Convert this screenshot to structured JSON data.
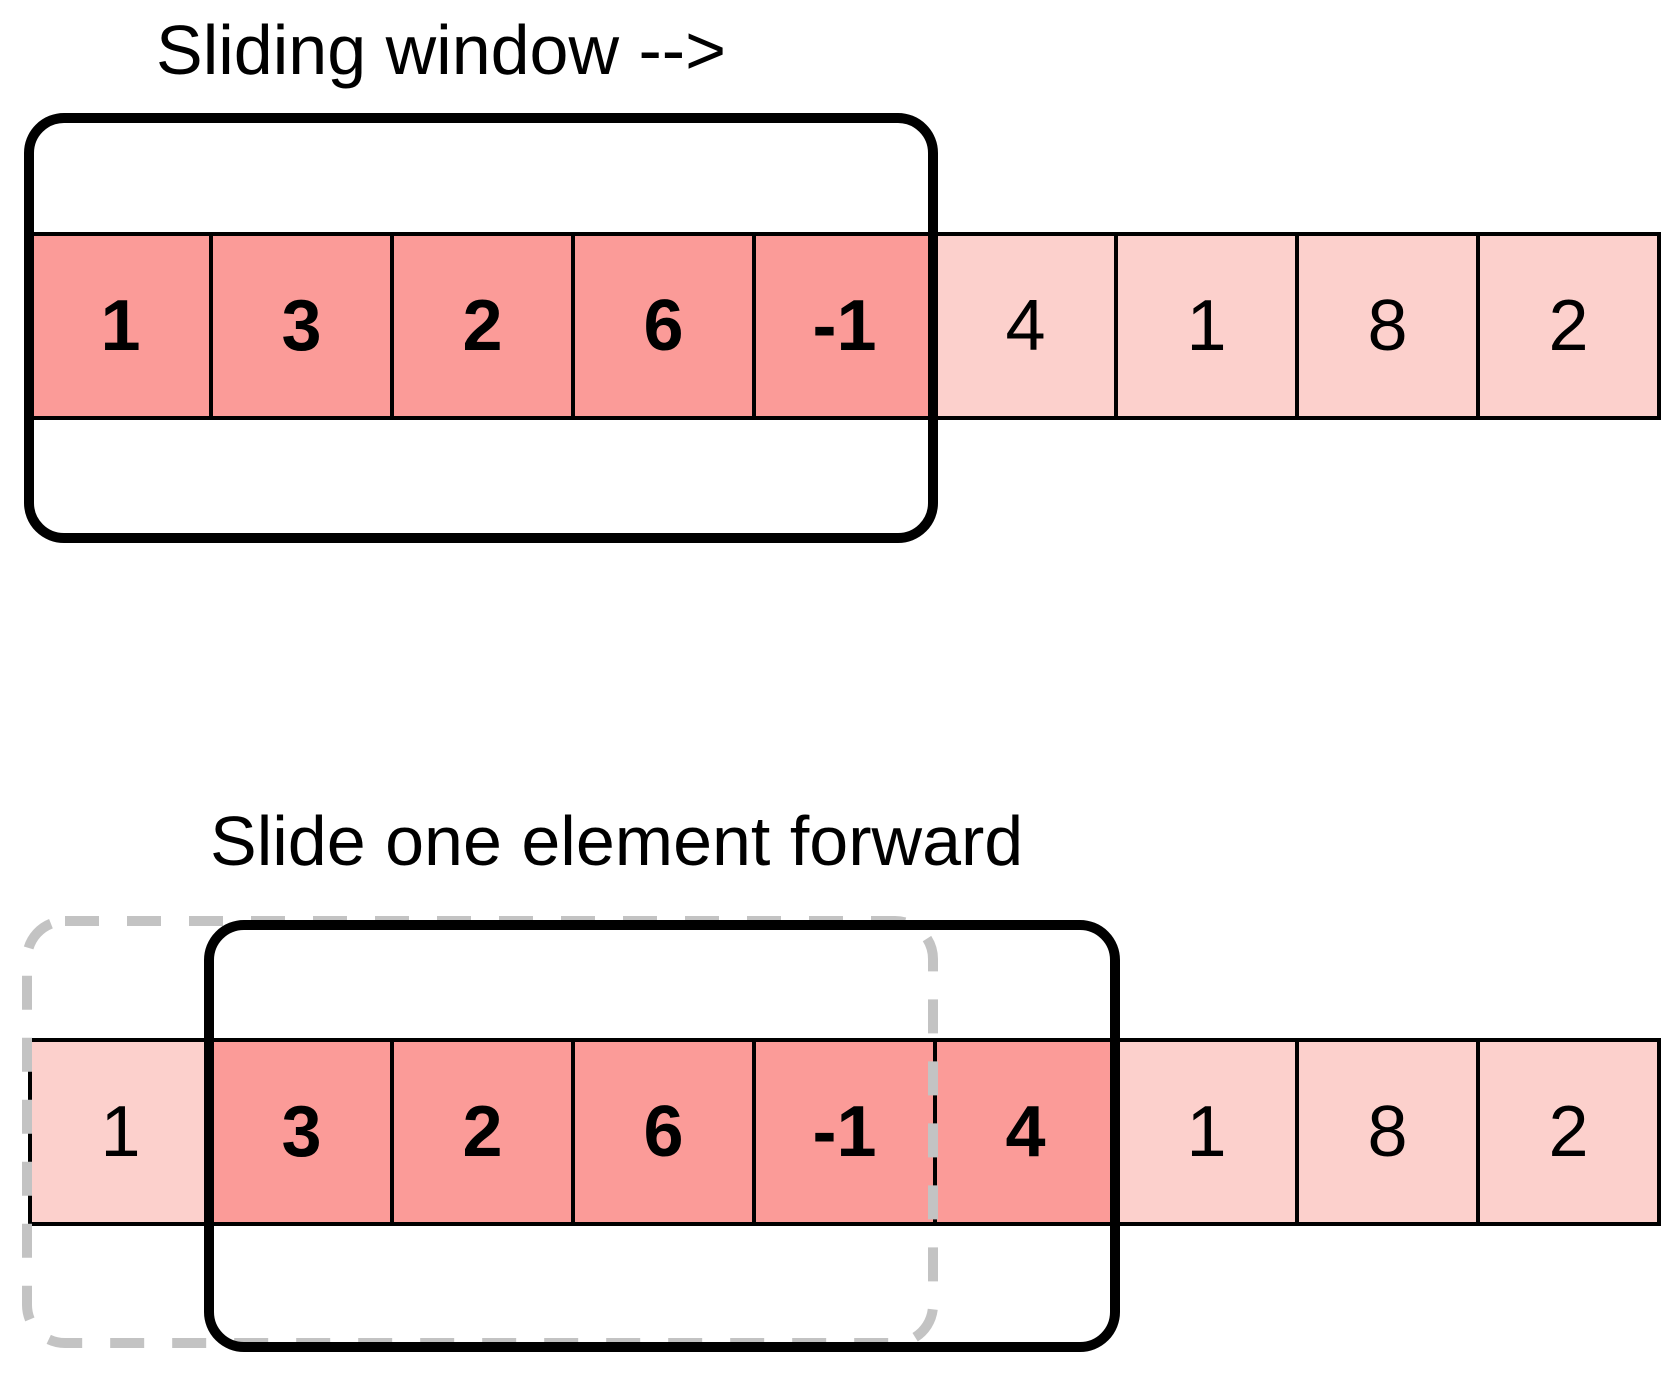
{
  "diagram": {
    "step1": {
      "caption": "Sliding window -->",
      "cells": [
        {
          "value": "1",
          "in_window": true
        },
        {
          "value": "3",
          "in_window": true
        },
        {
          "value": "2",
          "in_window": true
        },
        {
          "value": "6",
          "in_window": true
        },
        {
          "value": "-1",
          "in_window": true
        },
        {
          "value": "4",
          "in_window": false
        },
        {
          "value": "1",
          "in_window": false
        },
        {
          "value": "8",
          "in_window": false
        },
        {
          "value": "2",
          "in_window": false
        }
      ],
      "window": {
        "start_index": 0,
        "end_index": 4
      }
    },
    "step2": {
      "caption": "Slide one element forward",
      "cells": [
        {
          "value": "1",
          "in_window": false
        },
        {
          "value": "3",
          "in_window": true
        },
        {
          "value": "2",
          "in_window": true
        },
        {
          "value": "6",
          "in_window": true
        },
        {
          "value": "-1",
          "in_window": true
        },
        {
          "value": "4",
          "in_window": true
        },
        {
          "value": "1",
          "in_window": false
        },
        {
          "value": "8",
          "in_window": false
        },
        {
          "value": "2",
          "in_window": false
        }
      ],
      "window": {
        "start_index": 1,
        "end_index": 5
      },
      "previous_window": {
        "start_index": 0,
        "end_index": 4
      }
    },
    "colors": {
      "window_cell_fill": "#FB9B98",
      "outside_cell_fill": "#FCD0CC",
      "cell_border": "#000000",
      "window_outline": "#000000",
      "previous_window_outline": "#C3C3C3"
    }
  }
}
